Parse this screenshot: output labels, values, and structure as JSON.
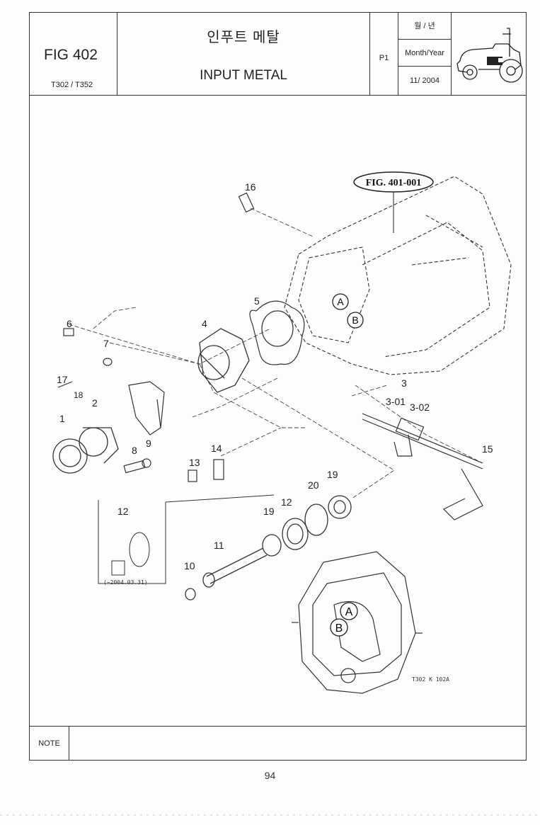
{
  "header": {
    "fig_number": "FIG 402",
    "model": "T302 / T352",
    "title_korean": "인푸트 메탈",
    "title_english": "INPUT METAL",
    "page": "P1",
    "date_label_korean": "월 / 년",
    "date_label_english": "Month/Year",
    "date_value": "11/ 2004"
  },
  "drawing": {
    "reference_tag": "FIG. 401-001",
    "callouts": [
      "16",
      "5",
      "4",
      "6",
      "7",
      "17",
      "18",
      "2",
      "1",
      "8",
      "9",
      "14",
      "13",
      "3",
      "3-01",
      "3-02",
      "15",
      "12",
      "12",
      "19",
      "20",
      "19",
      "11",
      "10"
    ],
    "markers": [
      "A",
      "B",
      "A",
      "B"
    ],
    "stamp_detail": "(~2004.03.31)",
    "drawing_code": "T302 K 102A"
  },
  "note": {
    "label": "NOTE",
    "text": ""
  },
  "footer": {
    "page_number": "94"
  }
}
